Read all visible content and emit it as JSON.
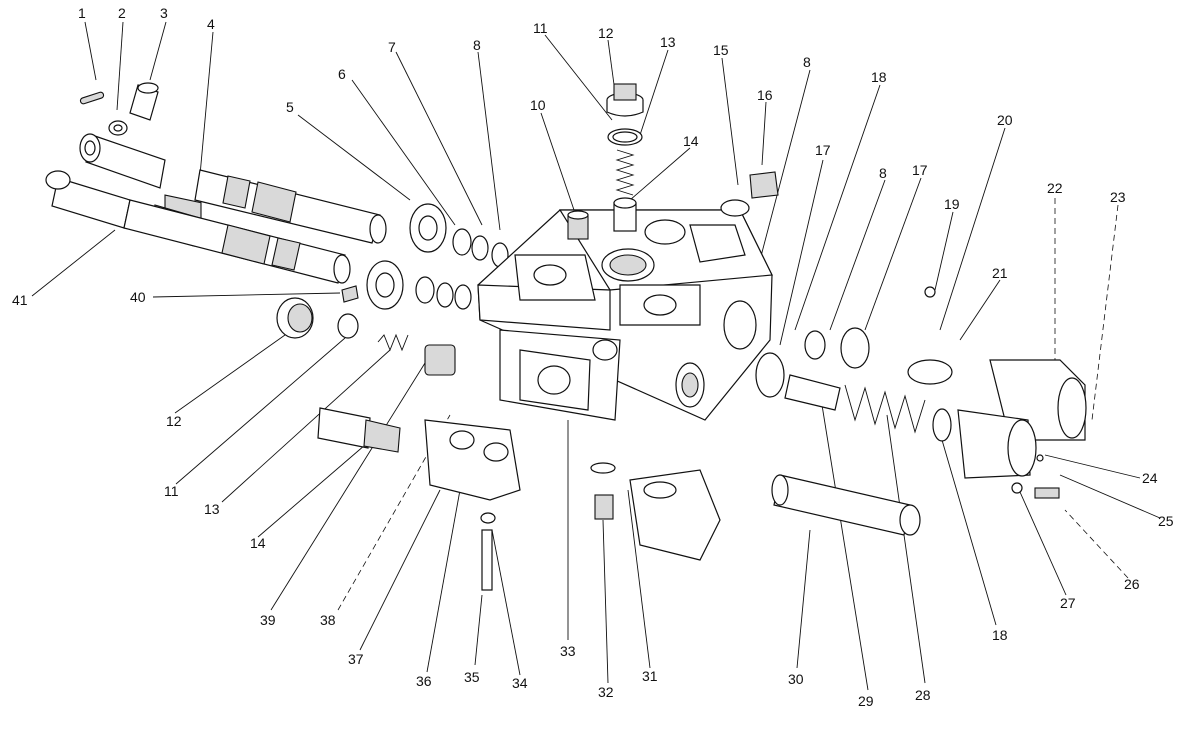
{
  "diagram": {
    "callouts": [
      {
        "id": "c1",
        "text": "1"
      },
      {
        "id": "c2",
        "text": "2"
      },
      {
        "id": "c3",
        "text": "3"
      },
      {
        "id": "c4",
        "text": "4"
      },
      {
        "id": "c5",
        "text": "5"
      },
      {
        "id": "c6",
        "text": "6"
      },
      {
        "id": "c7",
        "text": "7"
      },
      {
        "id": "c8a",
        "text": "8"
      },
      {
        "id": "c11a",
        "text": "11"
      },
      {
        "id": "c12a",
        "text": "12"
      },
      {
        "id": "c13a",
        "text": "13"
      },
      {
        "id": "c10",
        "text": "10"
      },
      {
        "id": "c14a",
        "text": "14"
      },
      {
        "id": "c15",
        "text": "15"
      },
      {
        "id": "c16",
        "text": "16"
      },
      {
        "id": "c8b",
        "text": "8"
      },
      {
        "id": "c18a",
        "text": "18"
      },
      {
        "id": "c20",
        "text": "20"
      },
      {
        "id": "c17a",
        "text": "17"
      },
      {
        "id": "c8c",
        "text": "8"
      },
      {
        "id": "c17b",
        "text": "17"
      },
      {
        "id": "c19",
        "text": "19"
      },
      {
        "id": "c22",
        "text": "22"
      },
      {
        "id": "c23",
        "text": "23"
      },
      {
        "id": "c21",
        "text": "21"
      },
      {
        "id": "c41",
        "text": "41"
      },
      {
        "id": "c40",
        "text": "40"
      },
      {
        "id": "c12b",
        "text": "12"
      },
      {
        "id": "c11b",
        "text": "11"
      },
      {
        "id": "c13b",
        "text": "13"
      },
      {
        "id": "c14b",
        "text": "14"
      },
      {
        "id": "c39",
        "text": "39"
      },
      {
        "id": "c38",
        "text": "38"
      },
      {
        "id": "c37",
        "text": "37"
      },
      {
        "id": "c36",
        "text": "36"
      },
      {
        "id": "c35",
        "text": "35"
      },
      {
        "id": "c34",
        "text": "34"
      },
      {
        "id": "c33",
        "text": "33"
      },
      {
        "id": "c32",
        "text": "32"
      },
      {
        "id": "c31",
        "text": "31"
      },
      {
        "id": "c30",
        "text": "30"
      },
      {
        "id": "c29",
        "text": "29"
      },
      {
        "id": "c28",
        "text": "28"
      },
      {
        "id": "c18b",
        "text": "18"
      },
      {
        "id": "c27",
        "text": "27"
      },
      {
        "id": "c26",
        "text": "26"
      },
      {
        "id": "c25",
        "text": "25"
      },
      {
        "id": "c24",
        "text": "24"
      }
    ]
  }
}
